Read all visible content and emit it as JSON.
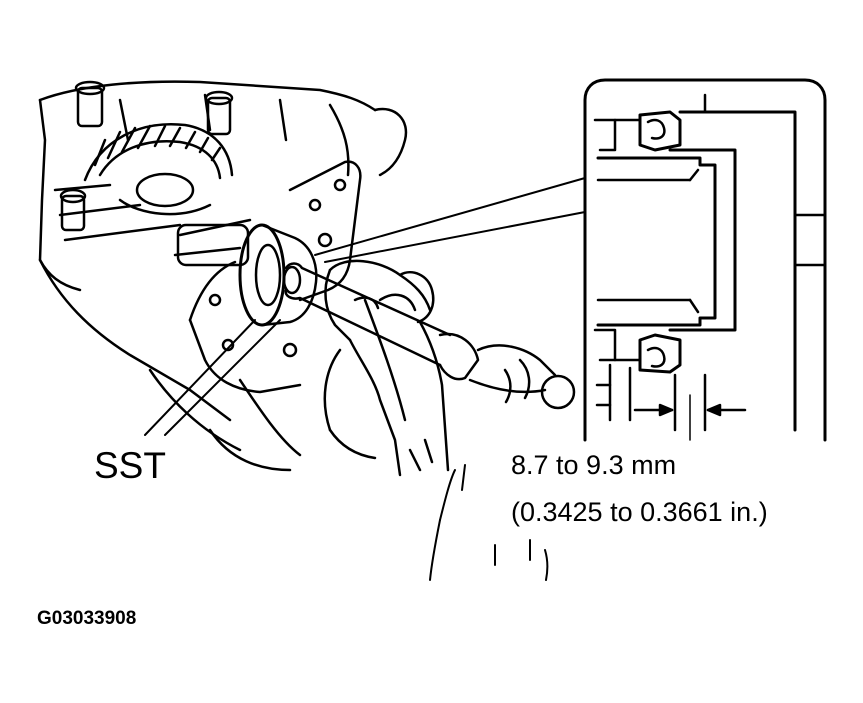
{
  "labels": {
    "tool": "SST",
    "dimension_mm": "8.7 to 9.3 mm",
    "dimension_in": "(0.3425 to 0.3661 in.)",
    "figure_code": "G03033908"
  },
  "colors": {
    "line": "#000000",
    "background": "#ffffff"
  }
}
